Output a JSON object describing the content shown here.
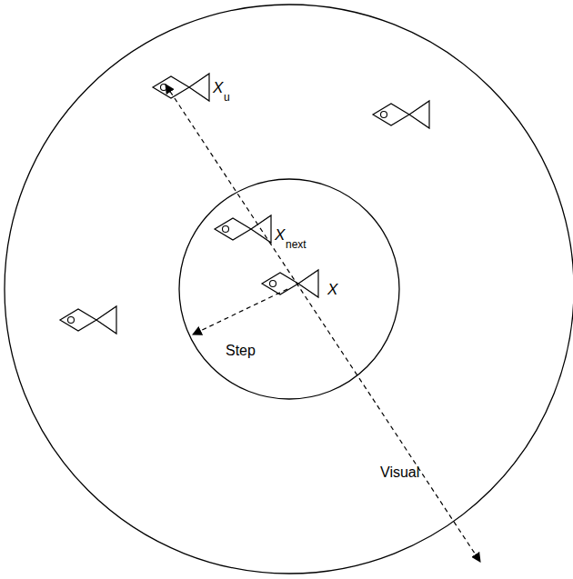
{
  "diagram": {
    "labels": [
      "X",
      "u",
      "X",
      "next",
      "X",
      "Step",
      "Visual"
    ]
  }
}
